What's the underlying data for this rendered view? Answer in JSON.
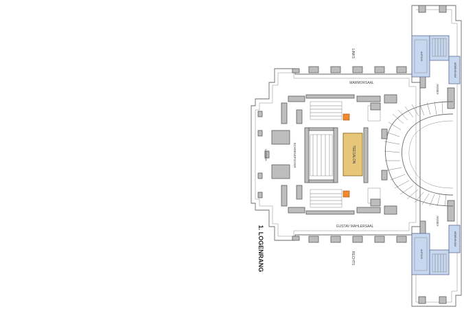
{
  "plan": {
    "floor_title": "1. LOGENRANG",
    "labels": {
      "links": "LINKS",
      "rechts": "RECHTS",
      "marmorsaal": "MARMORSAAL",
      "gustav_mahlersaal": "GUSTAV MAHLERSAAL",
      "teesalon": "TEESALON",
      "loggia": "LOGGIA",
      "schwindfoyer": "SCHWINDFOYER",
      "annex_top": "ANNEX",
      "annex_bottom": "ANNEX",
      "lift_top": "AUFZUG",
      "lift_bottom": "AUFZUG",
      "nebenraum_top": "NEBENRAUM",
      "nebenraum_bottom": "NEBENRAUM"
    },
    "colors": {
      "teesalon": "#e6c77a",
      "stair_cores": "#c7d7ef",
      "service_points": "#f08a2c",
      "walls": "#bdbdbd"
    }
  }
}
